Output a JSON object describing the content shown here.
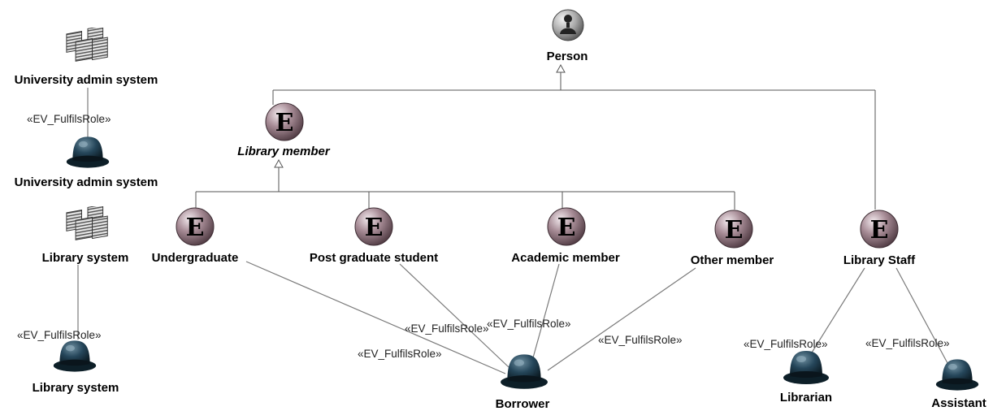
{
  "diagram": {
    "nodes": {
      "person": {
        "label": "Person",
        "icon": "person-icon"
      },
      "library_member": {
        "label": "Library member",
        "icon": "entity-icon",
        "italic": true
      },
      "undergraduate": {
        "label": "Undergraduate",
        "icon": "entity-icon"
      },
      "post_graduate": {
        "label": "Post graduate student",
        "icon": "entity-icon"
      },
      "academic": {
        "label": "Academic member",
        "icon": "entity-icon"
      },
      "other": {
        "label": "Other member",
        "icon": "entity-icon"
      },
      "library_staff": {
        "label": "Library Staff",
        "icon": "entity-icon"
      },
      "borrower": {
        "label": "Borrower",
        "icon": "bowler-hat-icon"
      },
      "librarian": {
        "label": "Librarian",
        "icon": "bowler-hat-icon"
      },
      "assistant": {
        "label": "Assistant",
        "icon": "bowler-hat-icon"
      },
      "uni_admin_system": {
        "label": "University admin system",
        "icon": "system-icon"
      },
      "uni_admin_role": {
        "label": "University admin system",
        "icon": "bowler-hat-icon"
      },
      "library_system": {
        "label": "Library system",
        "icon": "system-icon"
      },
      "library_role": {
        "label": "Library system",
        "icon": "bowler-hat-icon"
      }
    },
    "entity_letter": "E",
    "stereotype": "«EV_FulfilsRole»",
    "colors": {
      "entity_fill": "#8a6e78",
      "hat": "#1c3a48",
      "line": "#7a7a7a"
    }
  }
}
